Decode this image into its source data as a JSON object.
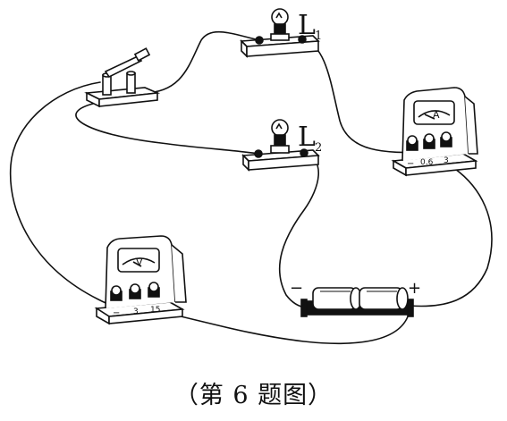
{
  "diagram": {
    "lamp1": {
      "label": "L",
      "subscript": "1"
    },
    "lamp2": {
      "label": "L",
      "subscript": "2"
    },
    "ammeter": {
      "dial_label": "A",
      "terminal_minus": "−",
      "terminal_mid": "0.6",
      "terminal_right": "3"
    },
    "voltmeter": {
      "dial_label": "V",
      "terminal_minus": "−",
      "terminal_mid": "3",
      "terminal_right": "15"
    },
    "battery": {
      "negative": "−",
      "positive": "+"
    },
    "caption": "（第 6 题图）"
  },
  "colors": {
    "ink": "#111111",
    "paper": "#ffffff"
  },
  "icons": [
    "knife-switch",
    "lamp-bulb",
    "ammeter",
    "voltmeter",
    "battery-cells"
  ]
}
